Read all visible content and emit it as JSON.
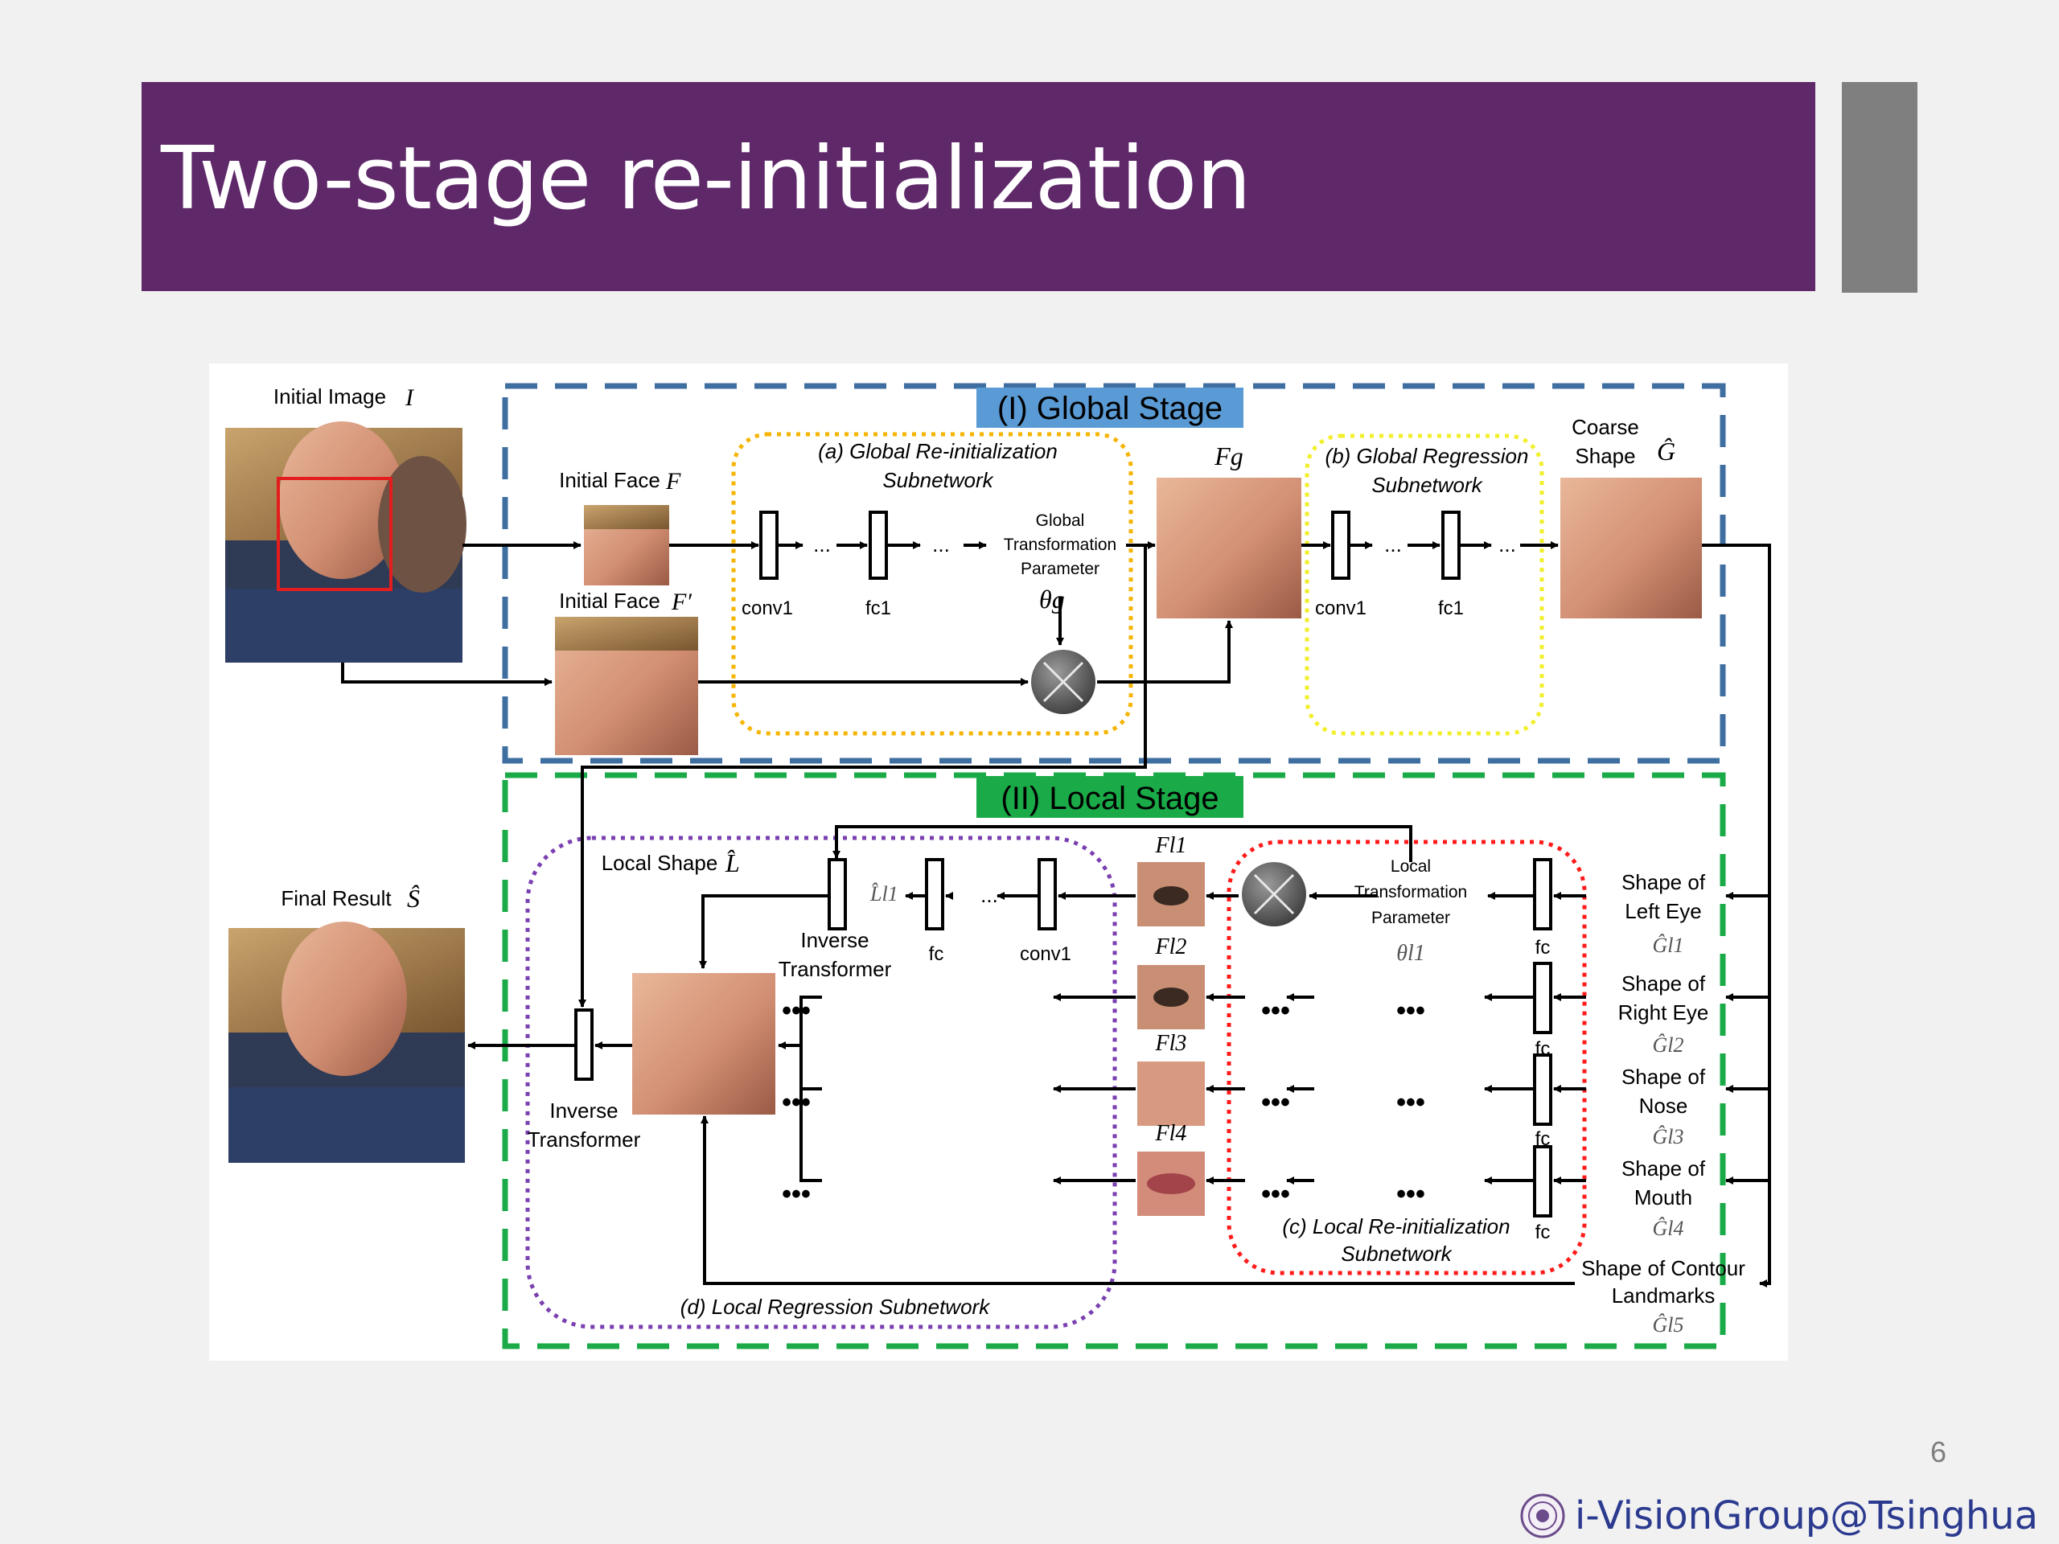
{
  "slide": {
    "title": "Two-stage re-initialization",
    "page_number": "6",
    "footer": "i-VisionGroup@Tsinghua"
  },
  "diagram": {
    "global_stage": "(I) Global Stage",
    "local_stage": "(II) Local Stage",
    "initial_image": "Initial Image",
    "initial_image_sym": "I",
    "initial_face": "Initial Face",
    "initial_face_sym": "F",
    "initial_face_prime": "Initial Face",
    "initial_face_prime_sym": "F′",
    "global_reinit_l1": "(a) Global Re-initialization",
    "global_reinit_l2": "Subnetwork",
    "global_param_l1": "Global",
    "global_param_l2": "Transformation",
    "global_param_l3": "Parameter",
    "theta_g": "θg",
    "conv1": "conv1",
    "fc1": "fc1",
    "dots": "...",
    "big_dots": "•••",
    "fg": "Fg",
    "global_reg_l1": "(b) Global Regression",
    "global_reg_l2": "Subnetwork",
    "coarse_l1": "Coarse",
    "coarse_l2": "Shape",
    "coarse_sym": "Ĝ",
    "final_result": "Final Result",
    "final_sym": "Ŝ",
    "local_shape": "Local Shape",
    "local_shape_sym": "L̂",
    "l_l1": "L̂l1",
    "inverse_l1": "Inverse",
    "inverse_l2": "Transformer",
    "fc": "fc",
    "f_l1": "Fl1",
    "f_l2": "Fl2",
    "f_l3": "Fl3",
    "f_l4": "Fl4",
    "local_param_l1": "Local",
    "local_param_l2": "Transformation",
    "local_param_l3": "Parameter",
    "theta_l1": "θl1",
    "left_eye_l1": "Shape of",
    "left_eye_l2": "Left Eye",
    "g_l1": "Ĝl1",
    "right_eye_l1": "Shape of",
    "right_eye_l2": "Right Eye",
    "g_l2": "Ĝl2",
    "nose_l1": "Shape of",
    "nose_l2": "Nose",
    "g_l3": "Ĝl3",
    "mouth_l1": "Shape of",
    "mouth_l2": "Mouth",
    "g_l4": "Ĝl4",
    "contour_l1": "Shape of Contour",
    "contour_l2": "Landmarks",
    "g_l5": "Ĝl5",
    "local_reinit_l1": "(c) Local Re-initialization",
    "local_reinit_l2": "Subnetwork",
    "local_reg": "(d) Local Regression Subnetwork"
  },
  "colors": {
    "title_bg": "#5e2869",
    "global_stage": "#3f6fa0",
    "local_stage": "#1aaa47",
    "global_label_bg": "#5b9bd5",
    "local_label_bg": "#1aaa47",
    "global_reinit_box": "#f5b400",
    "global_reg_box": "#f2ef2a",
    "local_reinit_box": "#ff1a1a",
    "local_reg_box": "#7a3fb0",
    "footer_text": "#2b3a8f"
  }
}
